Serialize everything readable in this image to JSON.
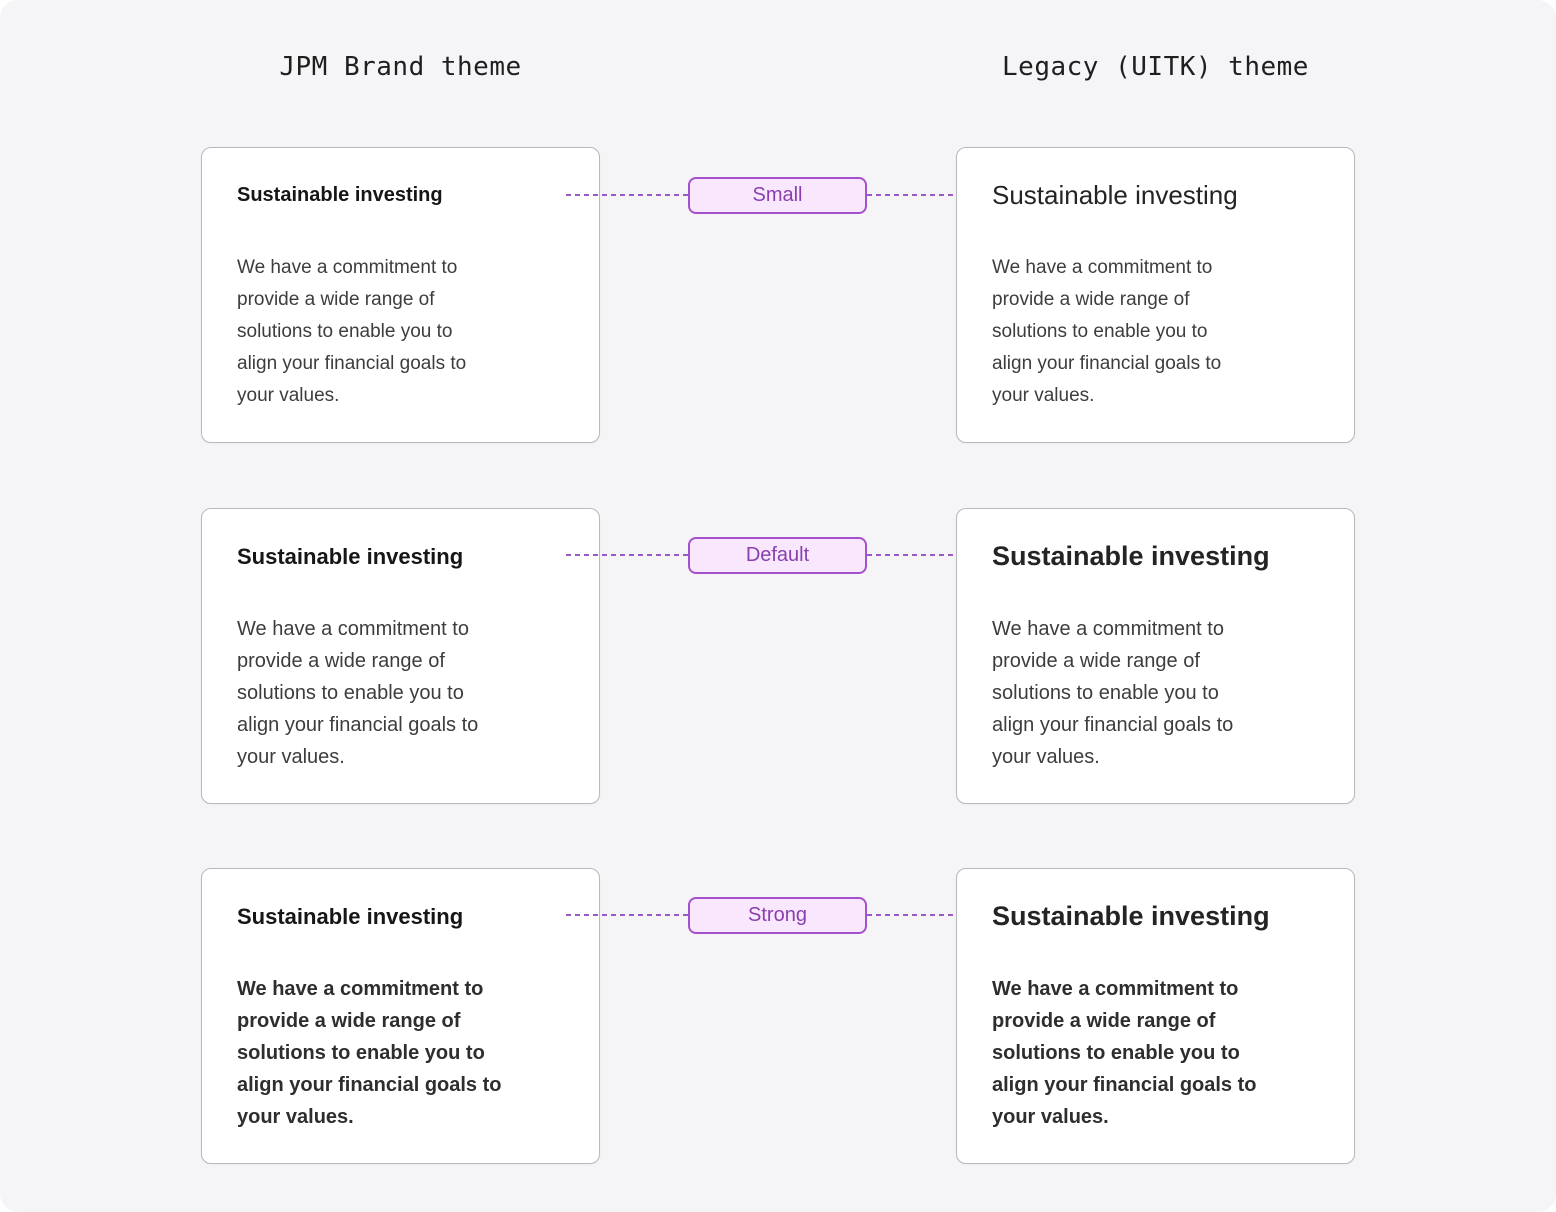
{
  "columns": [
    {
      "title": "JPM Brand theme"
    },
    {
      "title": "Legacy (UITK) theme"
    }
  ],
  "rows": [
    {
      "label": "Small"
    },
    {
      "label": "Default"
    },
    {
      "label": "Strong"
    }
  ],
  "card": {
    "heading": "Sustainable investing",
    "body": "We have a commitment to\nprovide a wide range of\nsolutions to enable you to\nalign your financial goals to\nyour values."
  },
  "colors": {
    "page_background": "#f5f5f7",
    "card_background": "#ffffff",
    "card_border": "#b7b9bc",
    "badge_background": "#f8e7fd",
    "badge_border": "#a551ce",
    "badge_text": "#8a3fb0",
    "connector_dash": "#9b59c6",
    "heading_text": "#161616",
    "body_text": "#3d3d3d"
  }
}
